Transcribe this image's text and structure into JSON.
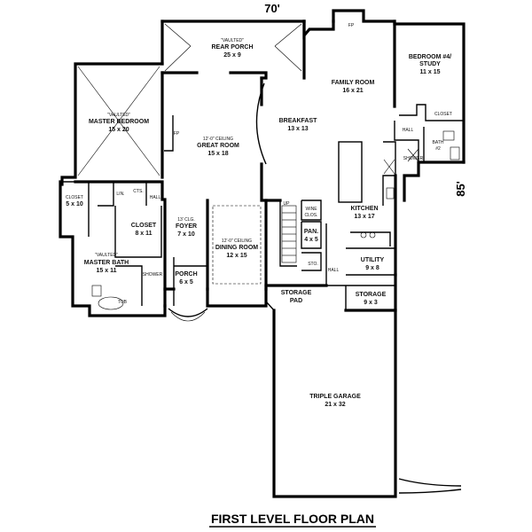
{
  "dimensions": {
    "width_label": "70'",
    "depth_label": "85'"
  },
  "title": "FIRST LEVEL FLOOR PLAN",
  "rooms": {
    "rear_porch": {
      "note": "\"VAULTED\"",
      "name": "REAR PORCH",
      "size": "25 x 9"
    },
    "fireplace_top": {
      "name": "FP"
    },
    "family_room": {
      "name": "FAMILY ROOM",
      "size": "16 x 21"
    },
    "bedroom4": {
      "name": "BEDROOM #4/",
      "name2": "STUDY",
      "size": "11 x 15"
    },
    "closet_br4": {
      "name": "CLOSET"
    },
    "hall_br4": {
      "name": "HALL"
    },
    "bath2": {
      "name": "BATH",
      "name2": "#2"
    },
    "shower_br4": {
      "name": "SHOWER"
    },
    "master_bedroom": {
      "note": "\"VAULTED\"",
      "name": "MASTER BEDROOM",
      "size": "15 x 20"
    },
    "fireplace_mb": {
      "name": "FP"
    },
    "great_room": {
      "note": "12'-0\" CEILING",
      "name": "GREAT ROOM",
      "size": "15 x 18"
    },
    "breakfast": {
      "name": "BREAKFAST",
      "size": "13 x 13"
    },
    "closet_left": {
      "name": "CLOSET",
      "size": "5 x 10"
    },
    "lin": {
      "name": "LIN."
    },
    "cts": {
      "name": "CTS."
    },
    "hall_mb": {
      "name": "HALL"
    },
    "closet_mid": {
      "name": "CLOSET",
      "size": "8 x 11"
    },
    "foyer": {
      "note": "13' CLG.",
      "name": "FOYER",
      "size": "7 x 10"
    },
    "dining_room": {
      "note": "12'-0\" CEILING",
      "name": "DINING ROOM",
      "size": "12 x 15"
    },
    "up": {
      "name": "UP"
    },
    "wine_closet": {
      "name": "WINE",
      "name2": "CLOS."
    },
    "kitchen": {
      "name": "KITCHEN",
      "size": "13 x 17"
    },
    "pantry": {
      "name": "PAN.",
      "size": "4 x 5"
    },
    "master_bath": {
      "note": "\"VAULTED\"",
      "name": "MASTER BATH",
      "size": "15 x 11"
    },
    "shower_mb": {
      "name": "SHOWER"
    },
    "tub": {
      "name": "TUB"
    },
    "porch": {
      "name": "PORCH",
      "size": "6 x 5"
    },
    "storage_small": {
      "name": "STO."
    },
    "hall_util": {
      "name": "HALL"
    },
    "utility": {
      "name": "UTILITY",
      "size": "9 x 8"
    },
    "storage_pad": {
      "name": "STORAGE",
      "name2": "PAD"
    },
    "storage_util": {
      "name": "STORAGE",
      "size": "9 x 3"
    },
    "triple_garage": {
      "name": "TRIPLE GARAGE",
      "size": "21 x 32"
    }
  }
}
